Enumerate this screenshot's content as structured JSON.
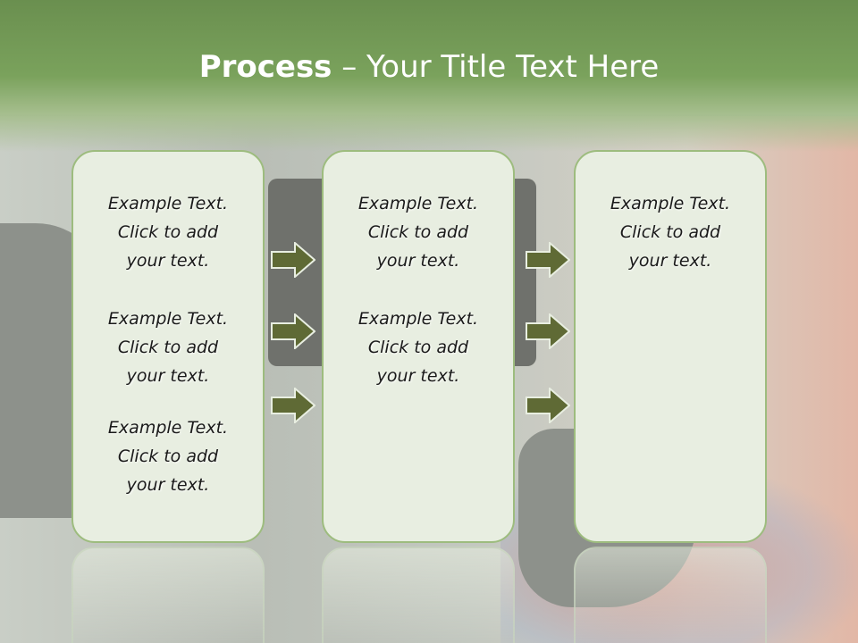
{
  "title": {
    "bold": "Process",
    "rest": " – Your Title Text Here"
  },
  "columns": [
    {
      "items": [
        "Example Text.\nClick  to add\nyour text.",
        "Example Text.\nClick  to add\nyour text.",
        "Example Text.\nClick  to add\nyour text."
      ]
    },
    {
      "items": [
        "Example Text.\nClick  to add\nyour text.",
        "Example Text.\nClick  to add\nyour text."
      ]
    },
    {
      "items": [
        "Example Text.\nClick  to add\nyour text."
      ]
    }
  ],
  "colors": {
    "header": "#7aa25c",
    "box_fill": "#e8eee1",
    "box_border": "#9dbc7e",
    "arrow": "#5f6a35"
  }
}
